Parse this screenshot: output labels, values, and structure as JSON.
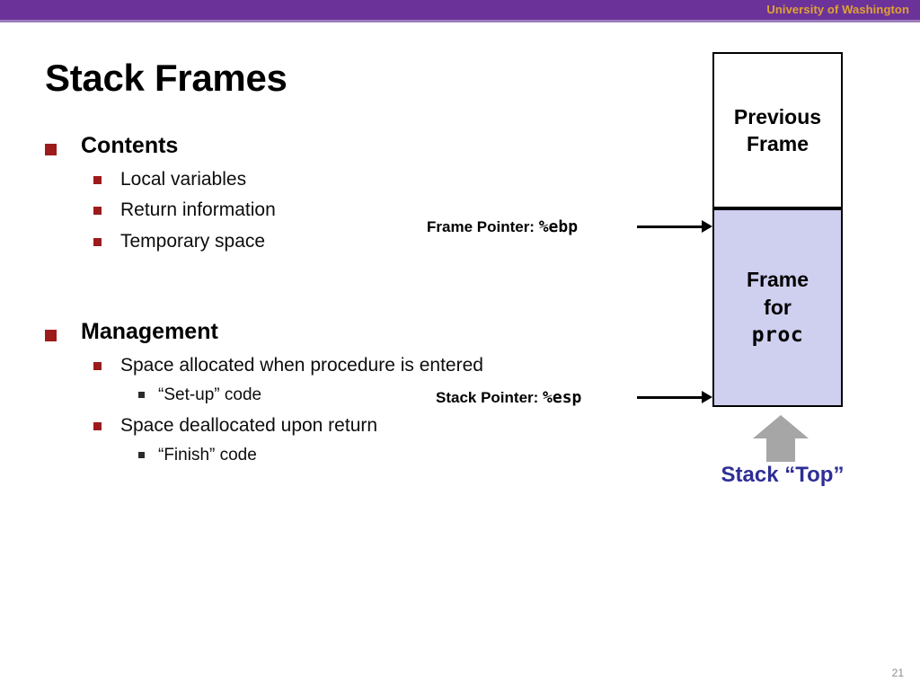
{
  "banner": {
    "institution": "University of Washington",
    "color": "#6B3399",
    "text_color": "#E0A233"
  },
  "slide": {
    "title": "Stack Frames",
    "page_number": "21"
  },
  "content": {
    "bullet_color_level1": "#9E1B1B",
    "bullet_color_level2": "#9E1B1B",
    "bullet_color_level3": "#2B2B2B",
    "sections": [
      {
        "heading": "Contents",
        "items": [
          "Local variables",
          "Return information",
          "Temporary space"
        ]
      },
      {
        "heading": "Management",
        "items": [
          "Space allocated when procedure is entered",
          "Space deallocated upon return"
        ],
        "subitems": [
          "“Set-up” code",
          "“Finish” code"
        ]
      }
    ]
  },
  "diagram": {
    "previous_frame": {
      "line1": "Previous",
      "line2": "Frame",
      "fill": "#FFFFFF",
      "border": "#000000"
    },
    "proc_frame": {
      "line1": "Frame",
      "line2": "for",
      "line3": "proc",
      "fill": "#CFCFF0",
      "border": "#000000"
    },
    "frame_pointer": {
      "label": "Frame Pointer:",
      "register": "%ebp"
    },
    "stack_pointer": {
      "label": "Stack Pointer:",
      "register": "%esp"
    },
    "stack_top": {
      "label": "Stack “Top”",
      "text_color": "#2E2E96",
      "arrow_color": "#A6A6A6",
      "arrow_icon": "arrow-up-icon"
    }
  }
}
